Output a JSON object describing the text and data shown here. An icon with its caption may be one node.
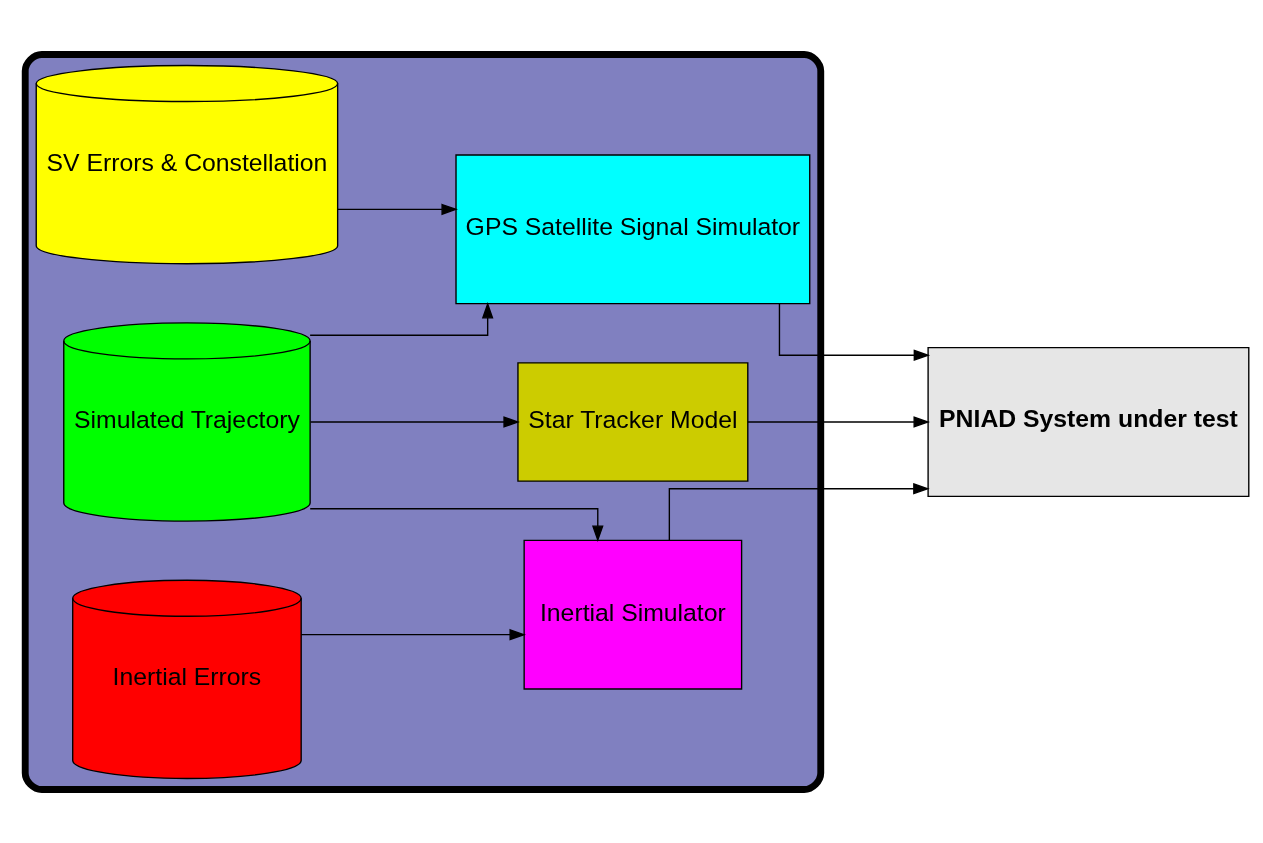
{
  "diagram": {
    "nodes": [
      {
        "text": [],
        "shape": "box"
      },
      {
        "text": [
          "SV Errors & Constellation"
        ],
        "in": 0
      },
      {
        "text": [
          "GPS Satellite Signal Simulator"
        ],
        "in": 0
      },
      {
        "text": [
          "Simulated Trajectory"
        ],
        "in": 0
      },
      {
        "text": [
          "Star Tracker Model"
        ],
        "in": 0
      },
      {
        "text": [
          "Inertial Errors"
        ],
        "in": 0
      },
      {
        "text": [
          "Inertial Simulator"
        ],
        "in": 0
      },
      {
        "text": [
          "PNIAD System under test"
        ]
      }
    ],
    "edges": [
      {
        "from": 1,
        "to": 2,
        "arrow": "to"
      },
      {
        "from": 3,
        "to": 4,
        "arrow": "to"
      },
      {
        "from": 3,
        "to": 2,
        "arrow": "to"
      },
      {
        "from": 3,
        "to": 6,
        "arrow": "to"
      },
      {
        "from": 5,
        "to": 6,
        "arrow": "to"
      },
      {
        "from": 2,
        "to": 7,
        "arrow": "to"
      },
      {
        "from": 4,
        "to": 7,
        "arrow": "to"
      },
      {
        "from": 6,
        "to": 7,
        "arrow": "to"
      }
    ]
  }
}
